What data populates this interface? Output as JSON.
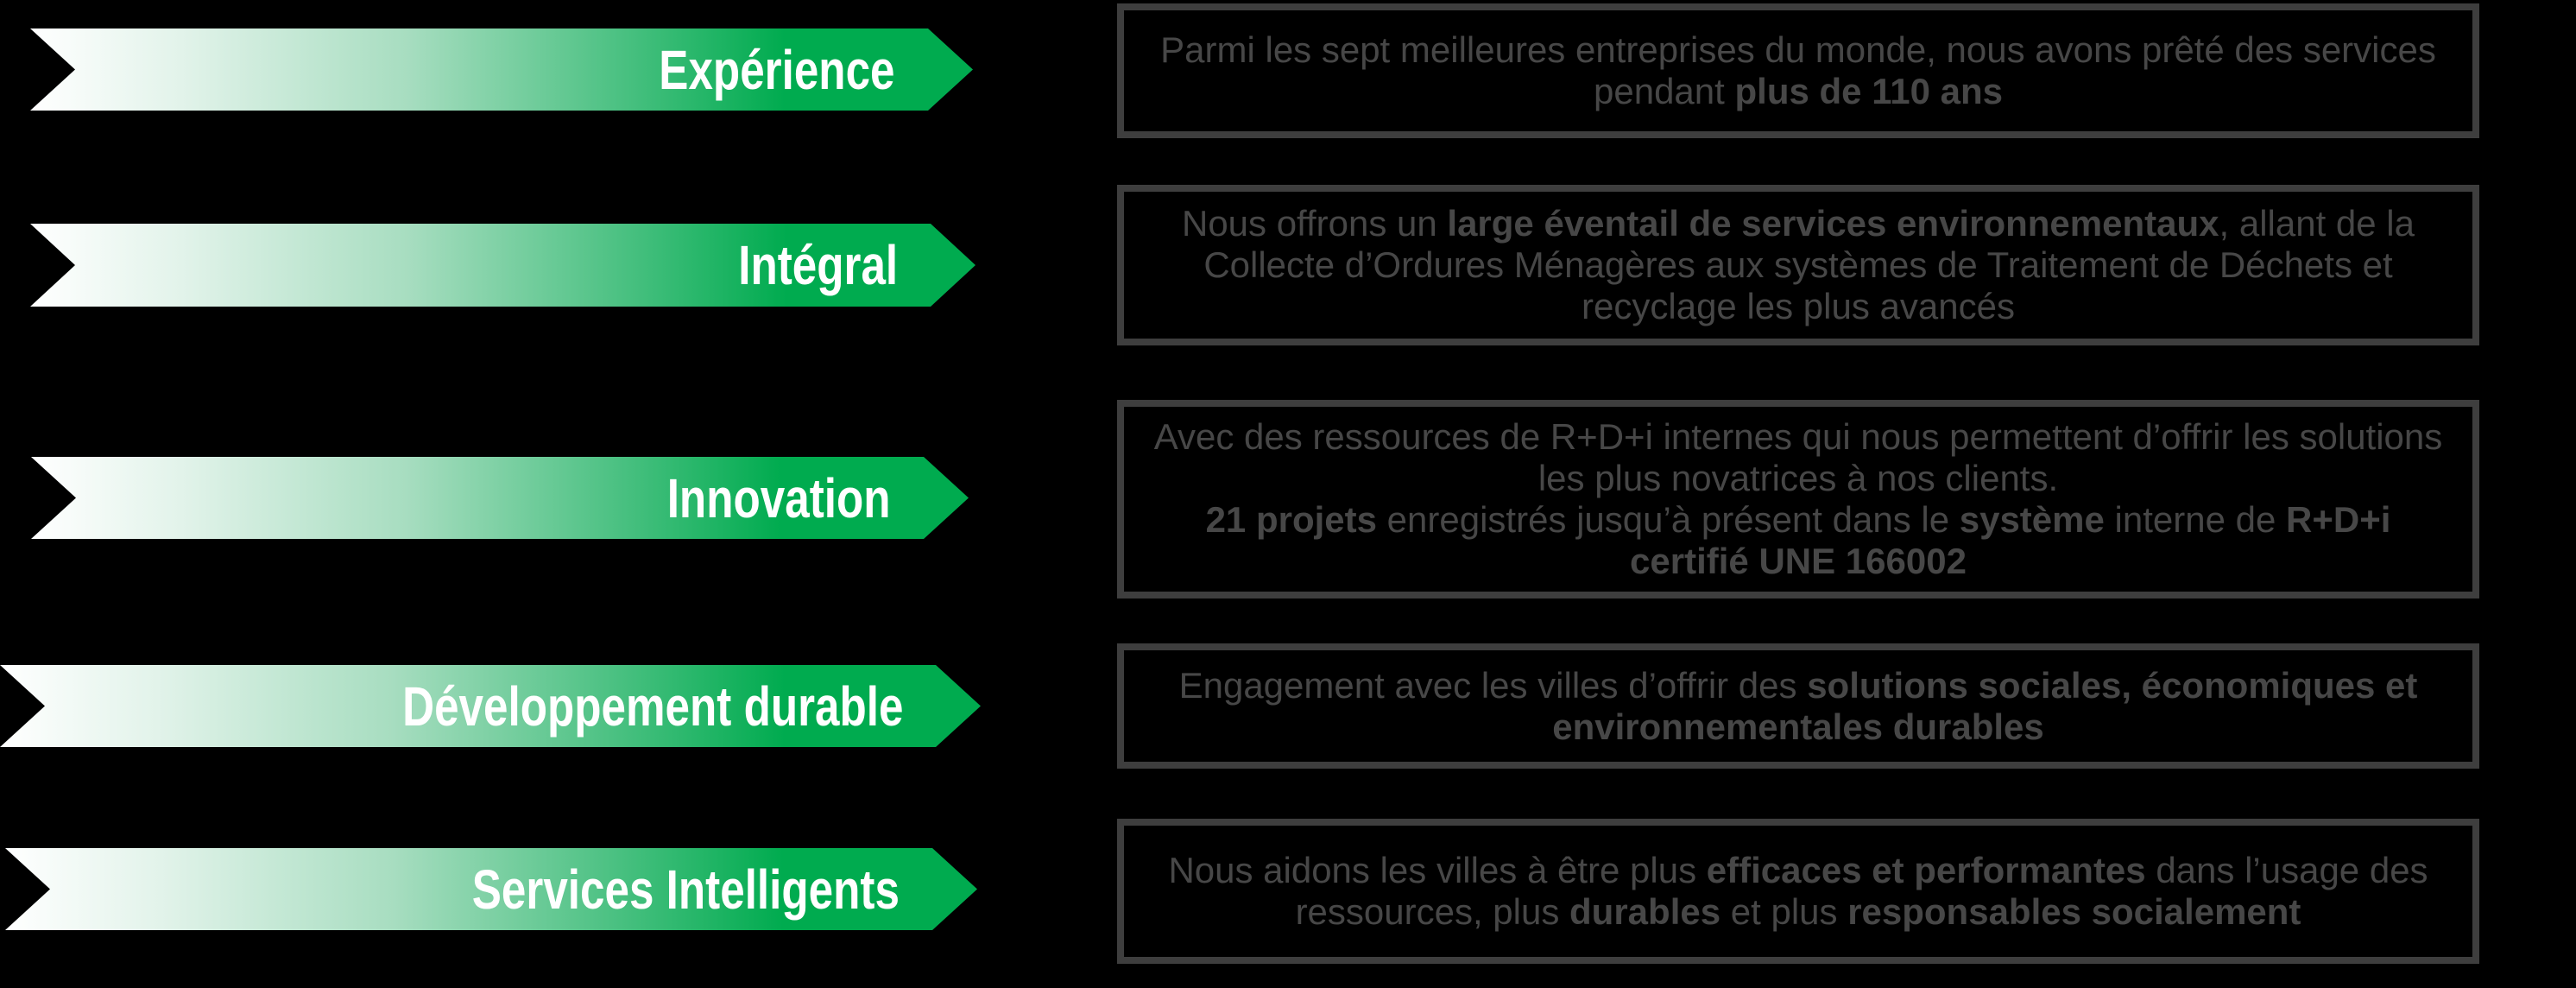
{
  "colors": {
    "background": "#000000",
    "banner_green": "#00AB4F",
    "banner_gradient_start": "#FFFFFF",
    "banner_label": "#FFFFFF",
    "box_border": "#3E3E3E",
    "box_text": "#474747"
  },
  "rows": [
    {
      "id": "experience",
      "banner_label": "Expérience",
      "description_segments": [
        {
          "text": "Parmi les sept meilleures entreprises du monde, nous avons prêté des services pendant ",
          "bold": false
        },
        {
          "text": "plus de 110 ans",
          "bold": true
        }
      ]
    },
    {
      "id": "integral",
      "banner_label": "Intégral",
      "description_segments": [
        {
          "text": "Nous offrons un ",
          "bold": false
        },
        {
          "text": "large éventail de services environnementaux",
          "bold": true
        },
        {
          "text": ", allant de la Collecte d’Ordures Ménagères aux systèmes de Traitement de Déchets et recyclage les plus avancés",
          "bold": false
        }
      ]
    },
    {
      "id": "innovation",
      "banner_label": "Innovation",
      "description_segments": [
        {
          "text": "Avec des ressources de R+D+i internes qui nous permettent d’offrir les solutions les plus novatrices à nos clients.",
          "bold": false
        },
        {
          "break": true
        },
        {
          "text": "21 projets",
          "bold": true
        },
        {
          "text": " enregistrés jusqu’à présent dans le ",
          "bold": false
        },
        {
          "text": "système",
          "bold": true
        },
        {
          "text": " interne de ",
          "bold": false
        },
        {
          "text": "R+D+i certifié UNE 166002",
          "bold": true
        }
      ]
    },
    {
      "id": "developpement-durable",
      "banner_label": "Développement durable",
      "description_segments": [
        {
          "text": "Engagement avec les villes d’offrir des ",
          "bold": false
        },
        {
          "text": "solutions sociales, économiques et environnementales durables",
          "bold": true
        }
      ]
    },
    {
      "id": "services-intelligents",
      "banner_label": "Services Intelligents",
      "description_segments": [
        {
          "text": "Nous aidons les villes à être plus ",
          "bold": false
        },
        {
          "text": "efficaces et performantes",
          "bold": true
        },
        {
          "text": " dans l’usage des ressources, plus ",
          "bold": false
        },
        {
          "text": "durables",
          "bold": true
        },
        {
          "text": " et plus ",
          "bold": false
        },
        {
          "text": "responsables socialement",
          "bold": true
        }
      ]
    }
  ]
}
